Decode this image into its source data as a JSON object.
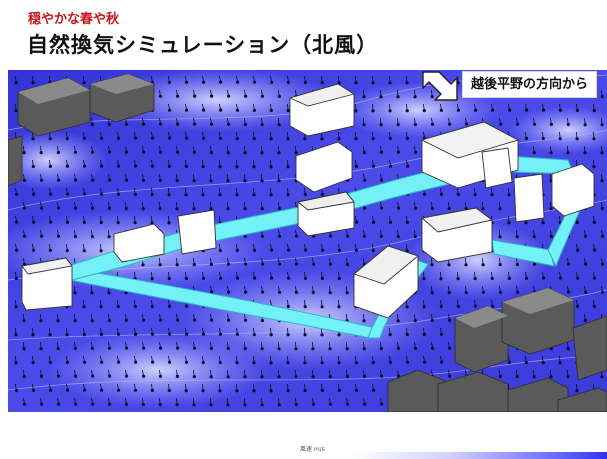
{
  "slide": {
    "subtitle": "穏やかな春や秋",
    "title": "自然換気シミュレーション（北風）"
  },
  "annotation": {
    "wind_direction_label": "越後平野の方向から",
    "wind_arrow_icon": "down-right-arrow-icon"
  },
  "legend": {
    "caption": "風速 m/s",
    "gradient_colors": [
      "#ffffff",
      "#cfd0ff",
      "#6b6bff",
      "#3232ee"
    ]
  },
  "colors": {
    "heading_accent": "#c4171b",
    "air_field": "#3a3ae6",
    "airflow_channel": "#74f0f7",
    "building_white": "#ffffff",
    "building_grey": "#555555"
  }
}
